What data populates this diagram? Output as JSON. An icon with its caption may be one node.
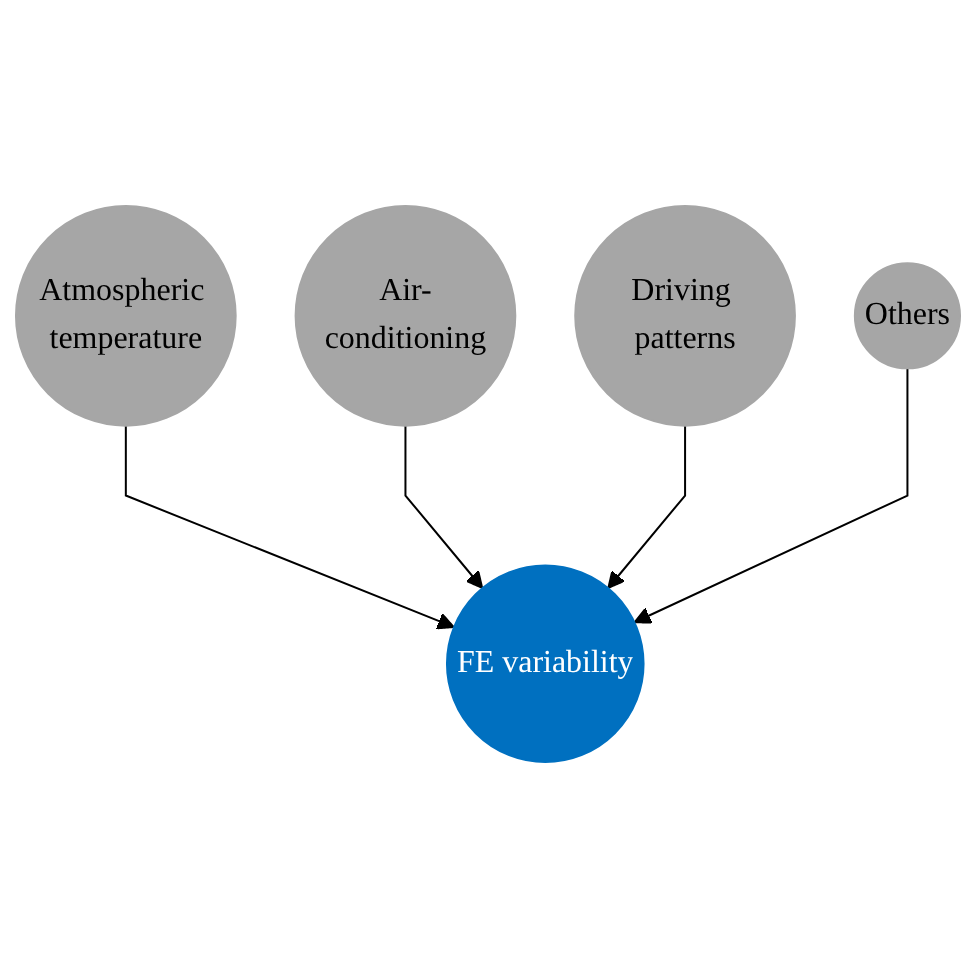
{
  "diagram": {
    "nodes": [
      {
        "text": [
          "Atmospheric temperature"
        ]
      },
      {
        "text": [
          "Air-conditioning"
        ]
      },
      {
        "text": [
          "FE variability"
        ]
      },
      {
        "text": [
          "Driving patterns"
        ]
      },
      {
        "text": [
          "Others"
        ]
      }
    ],
    "edges": [
      {
        "from": 0,
        "to": 2,
        "arrow": "to"
      },
      {
        "from": 1,
        "to": 2,
        "arrow": "to"
      },
      {
        "from": 3,
        "to": 2,
        "arrow": "to"
      },
      {
        "from": 4,
        "to": 2,
        "arrow": "to"
      }
    ]
  }
}
